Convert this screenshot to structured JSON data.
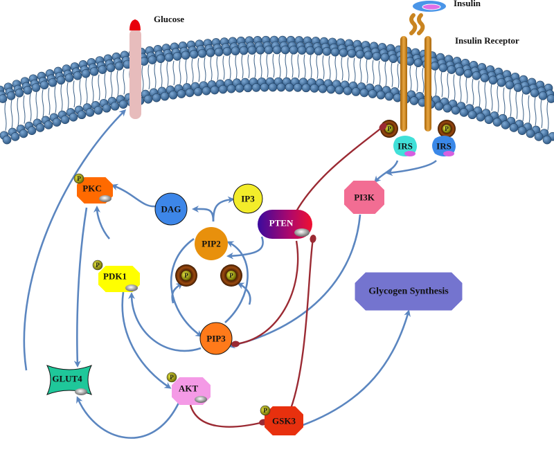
{
  "labels": {
    "glucose": "Glucose",
    "insulin": "Insulin",
    "insulin_receptor": "Insulin Receptor"
  },
  "nodes": {
    "irs_left": "IRS",
    "irs_right": "IRS",
    "pi3k": "PI3K",
    "pkc": "PKC",
    "dag": "DAG",
    "ip3": "IP3",
    "pten": "PTEN",
    "pip2": "PIP2",
    "pip3": "PIP3",
    "pdk1": "PDK1",
    "glycogen_synthesis": "Glycogen Synthesis",
    "glut4": "GLUT4",
    "akt": "AKT",
    "gsk3": "GSK3"
  },
  "phospho": "P",
  "colors": {
    "activation": "#5b86c0",
    "inhibition": "#9b2a33",
    "membrane_head": "#3f6d9e",
    "pkc": "#ff6a00",
    "pi3k": "#f26d93",
    "dag": "#3d86e8",
    "ip3": "#f3ec2a",
    "pip2": "#e8900c",
    "pip3": "#ff7a1a",
    "pdk1": "#ffff00",
    "glycogen": "#7474cf",
    "glut4": "#1fc79a",
    "akt": "#f49ae6",
    "gsk3": "#e8300e"
  }
}
